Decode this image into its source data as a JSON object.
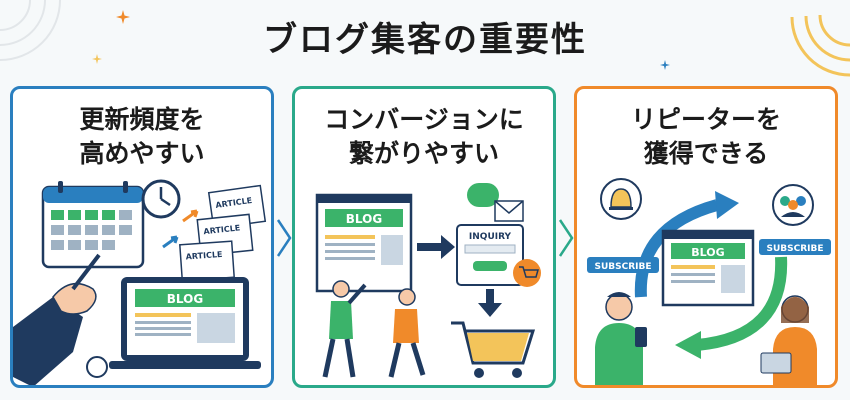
{
  "title": "ブログ集客の重要性",
  "panels": [
    {
      "line1": "更新頻度を",
      "line2": "高めやすい",
      "article_label": "ARTICLE",
      "blog_label": "BLOG"
    },
    {
      "line1": "コンバージョンに",
      "line2": "繋がりやすい",
      "blog_label": "BLOG",
      "inquiry_label": "INQUIRY"
    },
    {
      "line1": "リピーターを",
      "line2": "獲得できる",
      "blog_label": "BLOG",
      "subscribe_label": "SUBSCRIBE"
    }
  ],
  "colors": {
    "blue": "#2a7fbf",
    "teal": "#2aa98a",
    "orange": "#f08a2a",
    "green": "#3bb36a",
    "navy": "#1f3a5f"
  }
}
